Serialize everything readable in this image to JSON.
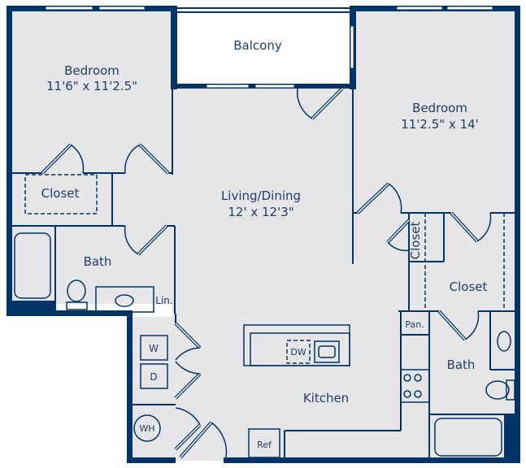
{
  "floorplan": {
    "colors": {
      "wall": "#003466",
      "floor": "#e6e6e8",
      "balcony": "#ffffff",
      "label": "#1f3d6b"
    },
    "rooms": {
      "bedroom1": {
        "name": "Bedroom",
        "dims": "11'6\" x 11'2.5\""
      },
      "balcony": {
        "name": "Balcony"
      },
      "bedroom2": {
        "name": "Bedroom",
        "dims": "11'2.5\" x 14'"
      },
      "living": {
        "name": "Living/Dining",
        "dims": "12' x 12'3\""
      },
      "closet1": {
        "name": "Closet"
      },
      "closet2": {
        "name": "Closet"
      },
      "closet3": {
        "name": "Closet"
      },
      "bath1": {
        "name": "Bath"
      },
      "bath2": {
        "name": "Bath"
      },
      "linen": {
        "name": "Lin."
      },
      "kitchen": {
        "name": "Kitchen"
      },
      "pantry": {
        "name": "Pan."
      }
    },
    "appliances": {
      "washer": "W",
      "dryer": "D",
      "water_heater": "WH",
      "dishwasher": "DW",
      "refrigerator": "Ref"
    }
  }
}
